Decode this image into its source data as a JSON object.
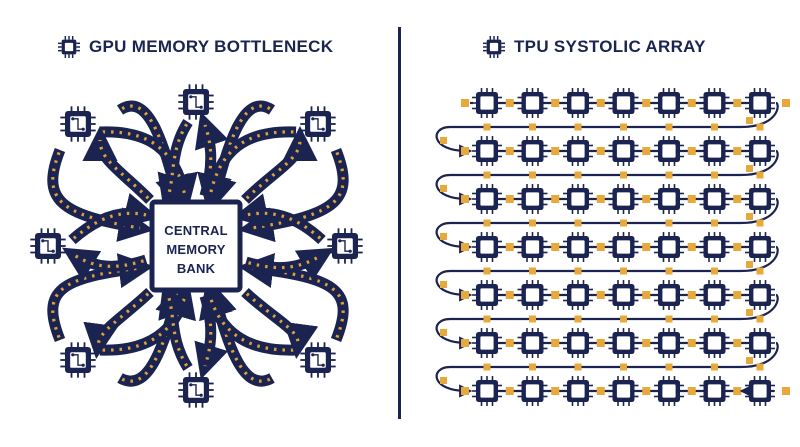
{
  "left_panel": {
    "title": "GPU MEMORY BOTTLENECK",
    "memory_label_lines": [
      "CENTRAL",
      "MEMORY",
      "BANK"
    ],
    "core_icon": "chip-icon",
    "core_count": 8
  },
  "right_panel": {
    "title": "TPU SYSTOLIC ARRAY",
    "rows": 7,
    "cols": 7,
    "pe_icon": "chip-icon"
  },
  "colors": {
    "navy": "#1b2450",
    "gold": "#e8a93a",
    "background": "#ffffff"
  }
}
